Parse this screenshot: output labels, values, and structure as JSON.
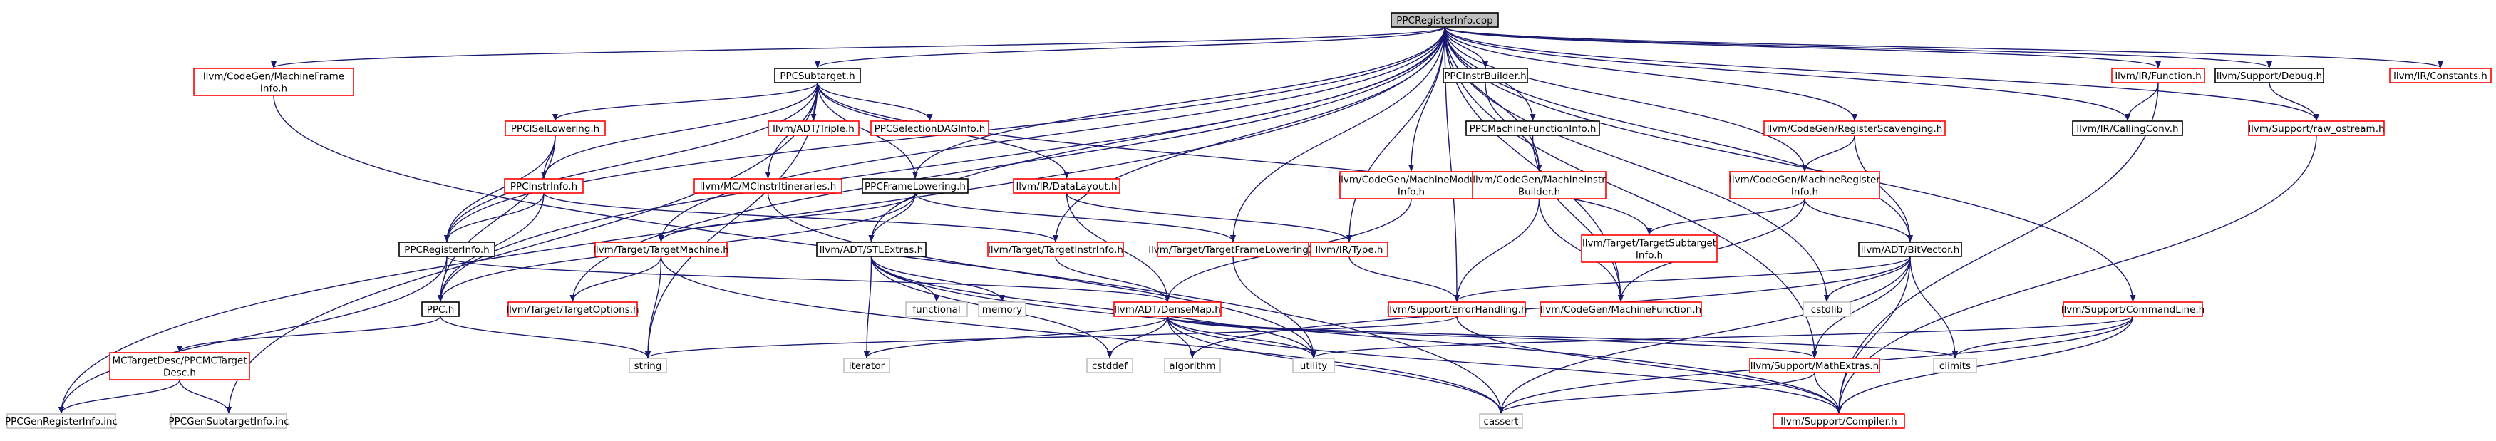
{
  "colors": {
    "edge": "#191970",
    "border_default": "#000000",
    "border_red": "#ff0000",
    "border_gray": "#bfbfbf",
    "root_fill": "#bfbfbf",
    "fill": "#ffffff"
  },
  "nodes": [
    {
      "id": "root",
      "lines": [
        "PPCRegisterInfo.cpp"
      ],
      "style": "root"
    },
    {
      "id": "mfinfo",
      "lines": [
        "llvm/CodeGen/MachineFrame",
        "Info.h"
      ],
      "style": "red"
    },
    {
      "id": "subtarget",
      "lines": [
        "PPCSubtarget.h"
      ],
      "style": "black"
    },
    {
      "id": "instrbuilder",
      "lines": [
        "PPCInstrBuilder.h"
      ],
      "style": "black"
    },
    {
      "id": "function",
      "lines": [
        "llvm/IR/Function.h"
      ],
      "style": "red"
    },
    {
      "id": "debug",
      "lines": [
        "llvm/Support/Debug.h"
      ],
      "style": "black"
    },
    {
      "id": "constants",
      "lines": [
        "llvm/IR/Constants.h"
      ],
      "style": "red"
    },
    {
      "id": "iselowering",
      "lines": [
        "PPCISelLowering.h"
      ],
      "style": "red"
    },
    {
      "id": "triple",
      "lines": [
        "llvm/ADT/Triple.h"
      ],
      "style": "red"
    },
    {
      "id": "seldag",
      "lines": [
        "PPCSelectionDAGInfo.h"
      ],
      "style": "red"
    },
    {
      "id": "mfuncinfo",
      "lines": [
        "PPCMachineFunctionInfo.h"
      ],
      "style": "black"
    },
    {
      "id": "regscav",
      "lines": [
        "llvm/CodeGen/RegisterScavenging.h"
      ],
      "style": "red"
    },
    {
      "id": "callconv",
      "lines": [
        "llvm/IR/CallingConv.h"
      ],
      "style": "black"
    },
    {
      "id": "rawostream",
      "lines": [
        "llvm/Support/raw_ostream.h"
      ],
      "style": "red"
    },
    {
      "id": "instrinfo",
      "lines": [
        "PPCInstrInfo.h"
      ],
      "style": "red"
    },
    {
      "id": "mcinstrit",
      "lines": [
        "llvm/MC/MCInstrItineraries.h"
      ],
      "style": "red"
    },
    {
      "id": "framelow",
      "lines": [
        "PPCFrameLowering.h"
      ],
      "style": "black"
    },
    {
      "id": "datalayout",
      "lines": [
        "llvm/IR/DataLayout.h"
      ],
      "style": "red"
    },
    {
      "id": "mmoduleinfo",
      "lines": [
        "llvm/CodeGen/MachineModule",
        "Info.h"
      ],
      "style": "red"
    },
    {
      "id": "minstrbuilder",
      "lines": [
        "llvm/CodeGen/MachineInstr",
        "Builder.h"
      ],
      "style": "red"
    },
    {
      "id": "mreginfo",
      "lines": [
        "llvm/CodeGen/MachineRegister",
        "Info.h"
      ],
      "style": "red"
    },
    {
      "id": "reginfoh",
      "lines": [
        "PPCRegisterInfo.h"
      ],
      "style": "black"
    },
    {
      "id": "targetmachine",
      "lines": [
        "llvm/Target/TargetMachine.h"
      ],
      "style": "red"
    },
    {
      "id": "stlextras",
      "lines": [
        "llvm/ADT/STLExtras.h"
      ],
      "style": "black"
    },
    {
      "id": "targetinstrinfo",
      "lines": [
        "llvm/Target/TargetInstrInfo.h"
      ],
      "style": "red"
    },
    {
      "id": "targetframelow",
      "lines": [
        "llvm/Target/TargetFrameLowering.h"
      ],
      "style": "red"
    },
    {
      "id": "irtype",
      "lines": [
        "llvm/IR/Type.h"
      ],
      "style": "red"
    },
    {
      "id": "tsubtargetinfo",
      "lines": [
        "llvm/Target/TargetSubtarget",
        "Info.h"
      ],
      "style": "red"
    },
    {
      "id": "bitvector",
      "lines": [
        "llvm/ADT/BitVector.h"
      ],
      "style": "black"
    },
    {
      "id": "ppch",
      "lines": [
        "PPC.h"
      ],
      "style": "black"
    },
    {
      "id": "targetoptions",
      "lines": [
        "llvm/Target/TargetOptions.h"
      ],
      "style": "red"
    },
    {
      "id": "functional",
      "lines": [
        "functional"
      ],
      "style": "gray"
    },
    {
      "id": "memory",
      "lines": [
        "memory"
      ],
      "style": "gray"
    },
    {
      "id": "densemap",
      "lines": [
        "llvm/ADT/DenseMap.h"
      ],
      "style": "red"
    },
    {
      "id": "errorhandling",
      "lines": [
        "llvm/Support/ErrorHandling.h"
      ],
      "style": "red"
    },
    {
      "id": "mfunction",
      "lines": [
        "llvm/CodeGen/MachineFunction.h"
      ],
      "style": "red"
    },
    {
      "id": "cstdlib",
      "lines": [
        "cstdlib"
      ],
      "style": "gray"
    },
    {
      "id": "commandline",
      "lines": [
        "llvm/Support/CommandLine.h"
      ],
      "style": "red"
    },
    {
      "id": "string",
      "lines": [
        "string"
      ],
      "style": "gray"
    },
    {
      "id": "mctargetdesc",
      "lines": [
        "MCTargetDesc/PPCMCTarget",
        "Desc.h"
      ],
      "style": "red"
    },
    {
      "id": "iterator",
      "lines": [
        "iterator"
      ],
      "style": "gray"
    },
    {
      "id": "cstddef",
      "lines": [
        "cstddef"
      ],
      "style": "gray"
    },
    {
      "id": "algorithm",
      "lines": [
        "algorithm"
      ],
      "style": "gray"
    },
    {
      "id": "utility",
      "lines": [
        "utility"
      ],
      "style": "gray"
    },
    {
      "id": "climits",
      "lines": [
        "climits"
      ],
      "style": "gray"
    },
    {
      "id": "mathextras",
      "lines": [
        "llvm/Support/MathExtras.h"
      ],
      "style": "red"
    },
    {
      "id": "genreginfo",
      "lines": [
        "PPCGenRegisterInfo.inc"
      ],
      "style": "gray"
    },
    {
      "id": "gensubinfo",
      "lines": [
        "PPCGenSubtargetInfo.inc"
      ],
      "style": "gray"
    },
    {
      "id": "cassert",
      "lines": [
        "cassert"
      ],
      "style": "gray"
    },
    {
      "id": "compiler",
      "lines": [
        "llvm/Support/Compiler.h"
      ],
      "style": "red"
    }
  ],
  "edges": [
    [
      "root",
      "mfinfo"
    ],
    [
      "root",
      "subtarget"
    ],
    [
      "root",
      "instrbuilder"
    ],
    [
      "root",
      "function"
    ],
    [
      "root",
      "debug"
    ],
    [
      "root",
      "constants"
    ],
    [
      "root",
      "mfuncinfo"
    ],
    [
      "root",
      "regscav"
    ],
    [
      "root",
      "callconv"
    ],
    [
      "root",
      "rawostream"
    ],
    [
      "root",
      "framelow"
    ],
    [
      "root",
      "mmoduleinfo"
    ],
    [
      "root",
      "minstrbuilder"
    ],
    [
      "root",
      "mreginfo"
    ],
    [
      "root",
      "reginfoh"
    ],
    [
      "root",
      "targetmachine"
    ],
    [
      "root",
      "stlextras"
    ],
    [
      "root",
      "targetinstrinfo"
    ],
    [
      "root",
      "targetframelow"
    ],
    [
      "root",
      "irtype"
    ],
    [
      "root",
      "bitvector"
    ],
    [
      "root",
      "ppch"
    ],
    [
      "root",
      "targetoptions"
    ],
    [
      "root",
      "errorhandling"
    ],
    [
      "root",
      "mfunction"
    ],
    [
      "root",
      "cstdlib"
    ],
    [
      "root",
      "commandline"
    ],
    [
      "root",
      "mathextras"
    ],
    [
      "root",
      "genreginfo"
    ],
    [
      "mfinfo",
      "cassert"
    ],
    [
      "subtarget",
      "iselowering"
    ],
    [
      "subtarget",
      "triple"
    ],
    [
      "subtarget",
      "seldag"
    ],
    [
      "subtarget",
      "instrinfo"
    ],
    [
      "subtarget",
      "mcinstrit"
    ],
    [
      "subtarget",
      "framelow"
    ],
    [
      "subtarget",
      "datalayout"
    ],
    [
      "subtarget",
      "reginfoh"
    ],
    [
      "subtarget",
      "tsubtargetinfo"
    ],
    [
      "subtarget",
      "string"
    ],
    [
      "subtarget",
      "gensubinfo"
    ],
    [
      "instrbuilder",
      "minstrbuilder"
    ],
    [
      "function",
      "callconv"
    ],
    [
      "function",
      "compiler"
    ],
    [
      "debug",
      "rawostream"
    ],
    [
      "rawostream",
      "compiler"
    ],
    [
      "iselowering",
      "instrinfo"
    ],
    [
      "iselowering",
      "reginfoh"
    ],
    [
      "iselowering",
      "ppch"
    ],
    [
      "mfuncinfo",
      "mfunction"
    ],
    [
      "regscav",
      "mreginfo"
    ],
    [
      "regscav",
      "bitvector"
    ],
    [
      "instrinfo",
      "reginfoh"
    ],
    [
      "instrinfo",
      "targetinstrinfo"
    ],
    [
      "instrinfo",
      "ppch"
    ],
    [
      "mcinstrit",
      "utility"
    ],
    [
      "framelow",
      "targetmachine"
    ],
    [
      "framelow",
      "stlextras"
    ],
    [
      "framelow",
      "targetframelow"
    ],
    [
      "framelow",
      "ppch"
    ],
    [
      "datalayout",
      "densemap"
    ],
    [
      "datalayout",
      "irtype"
    ],
    [
      "mmoduleinfo",
      "densemap"
    ],
    [
      "minstrbuilder",
      "errorhandling"
    ],
    [
      "minstrbuilder",
      "mfunction"
    ],
    [
      "mreginfo",
      "bitvector"
    ],
    [
      "mreginfo",
      "tsubtargetinfo"
    ],
    [
      "mreginfo",
      "mfunction"
    ],
    [
      "reginfoh",
      "ppch"
    ],
    [
      "reginfoh",
      "genreginfo"
    ],
    [
      "reginfoh",
      "densemap"
    ],
    [
      "targetmachine",
      "targetoptions"
    ],
    [
      "targetmachine",
      "string"
    ],
    [
      "targetmachine",
      "cassert"
    ],
    [
      "stlextras",
      "functional"
    ],
    [
      "stlextras",
      "memory"
    ],
    [
      "stlextras",
      "iterator"
    ],
    [
      "stlextras",
      "cstddef"
    ],
    [
      "stlextras",
      "utility"
    ],
    [
      "stlextras",
      "compiler"
    ],
    [
      "targetinstrinfo",
      "densemap"
    ],
    [
      "targetframelow",
      "utility"
    ],
    [
      "irtype",
      "errorhandling"
    ],
    [
      "bitvector",
      "errorhandling"
    ],
    [
      "bitvector",
      "mathextras"
    ],
    [
      "bitvector",
      "cstdlib"
    ],
    [
      "bitvector",
      "algorithm"
    ],
    [
      "bitvector",
      "climits"
    ],
    [
      "bitvector",
      "cassert"
    ],
    [
      "bitvector",
      "compiler"
    ],
    [
      "ppch",
      "mctargetdesc"
    ],
    [
      "ppch",
      "string"
    ],
    [
      "densemap",
      "iterator"
    ],
    [
      "densemap",
      "cstddef"
    ],
    [
      "densemap",
      "algorithm"
    ],
    [
      "densemap",
      "utility"
    ],
    [
      "densemap",
      "climits"
    ],
    [
      "densemap",
      "mathextras"
    ],
    [
      "densemap",
      "cassert"
    ],
    [
      "densemap",
      "compiler"
    ],
    [
      "errorhandling",
      "string"
    ],
    [
      "errorhandling",
      "compiler"
    ],
    [
      "commandline",
      "climits"
    ],
    [
      "commandline",
      "cassert"
    ],
    [
      "commandline",
      "compiler"
    ],
    [
      "commandline",
      "utility"
    ],
    [
      "mctargetdesc",
      "genreginfo"
    ],
    [
      "mctargetdesc",
      "gensubinfo"
    ],
    [
      "mathextras",
      "compiler"
    ],
    [
      "mathextras",
      "cassert"
    ]
  ]
}
